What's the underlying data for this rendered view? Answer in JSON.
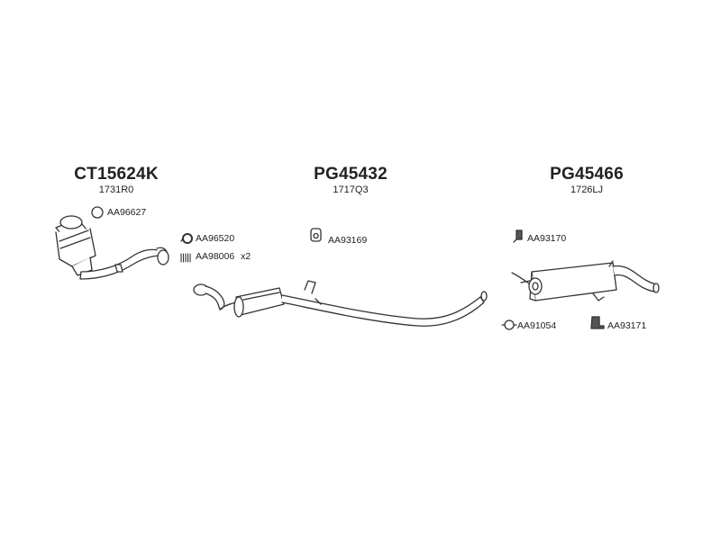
{
  "groups": [
    {
      "code": "CT15624K",
      "ref": "1731R0"
    },
    {
      "code": "PG45432",
      "ref": "1717Q3"
    },
    {
      "code": "PG45466",
      "ref": "1726LJ"
    }
  ],
  "parts": {
    "p1": "AA96627",
    "p2": "AA96520",
    "p3": "AA98006",
    "p3_qty": "x2",
    "p4": "AA93169",
    "p5": "AA93170",
    "p6": "AA91054",
    "p7": "AA93171"
  },
  "icons": [
    "gasket-ring-icon",
    "clamp-ring-icon",
    "spring-bolt-icon",
    "rubber-mount-icon",
    "hanger-bracket-icon",
    "clamp-icon",
    "support-bracket-icon"
  ],
  "colors": {
    "stroke": "#333333",
    "fill": "#ffffff"
  }
}
